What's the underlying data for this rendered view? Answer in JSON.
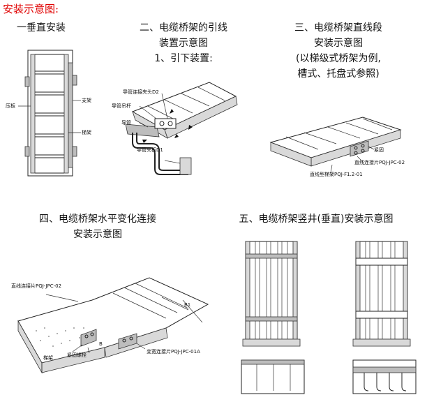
{
  "header": {
    "title": "安装示意图:"
  },
  "sections": {
    "s1": {
      "title": "一垂直安装",
      "labels": {
        "pressure_plate": "压板",
        "bracket": "支架",
        "ladder": "梯架"
      }
    },
    "s2": {
      "title1": "二、电缆桥架的引线",
      "title2": "装置示意图",
      "title3": "1、引下装置:",
      "labels": {
        "conduit_clamp2": "导管连接夹头D2",
        "conduit_rod": "导管吊杆",
        "conduit": "导管",
        "conduit_clamp1": "导管夹板D1"
      }
    },
    "s3": {
      "title1": "三、电缆桥架直线段",
      "title2": "安装示意图",
      "title3": "(以梯级式桥架为例,",
      "title4": "槽式、托盘式参照)",
      "labels": {
        "fastener": "紧固",
        "straight_plate": "直线连接片PQJ-JPC-02",
        "straight_ladder": "直线型梯架PQJ-F1.2-01"
      }
    },
    "s4": {
      "title1": "四、电缆桥架水平变化连接",
      "title2": "安装示意图",
      "labels": {
        "straight_plate": "直线连接片PQJ-JPC-02",
        "b1": "B1",
        "b": "B",
        "ladder": "梯架",
        "bolt": "紧固螺栓",
        "variable_plate": "变宽连接片PQJ-JPC-01A"
      }
    },
    "s5": {
      "title": "五、电缆桥架竖井(垂直)安装示意图"
    }
  }
}
